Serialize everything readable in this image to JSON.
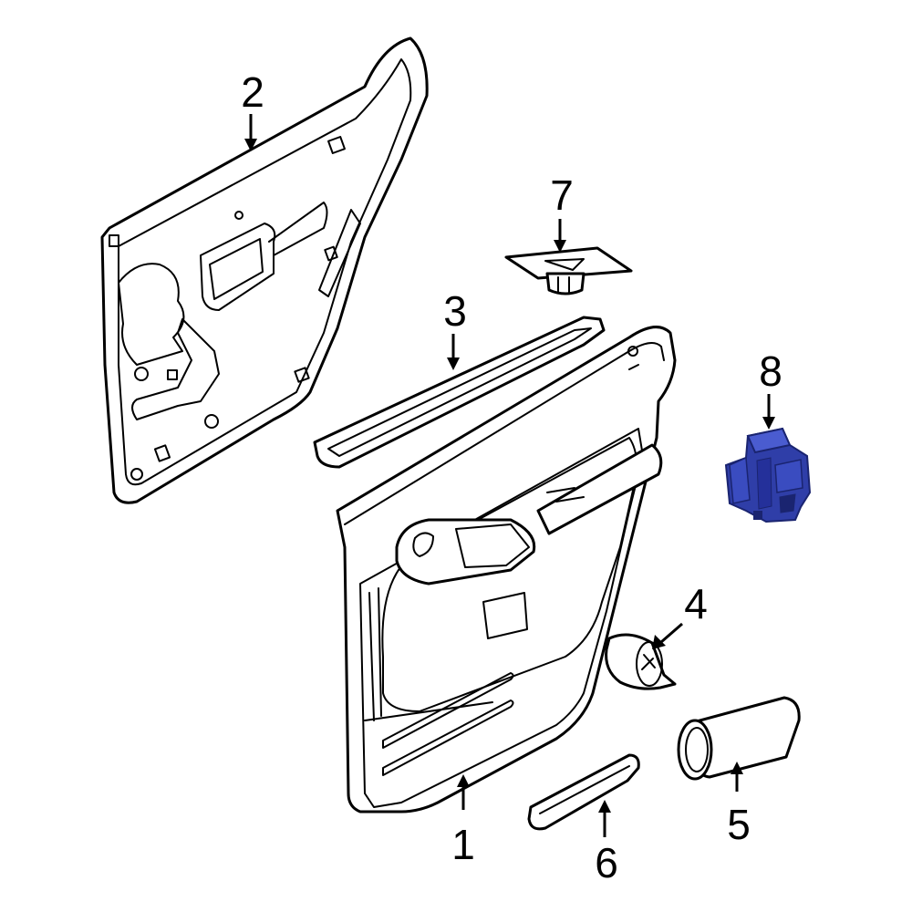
{
  "callouts": [
    {
      "id": "1",
      "text": "1"
    },
    {
      "id": "2",
      "text": "2"
    },
    {
      "id": "3",
      "text": "3"
    },
    {
      "id": "4",
      "text": "4"
    },
    {
      "id": "5",
      "text": "5"
    },
    {
      "id": "6",
      "text": "6"
    },
    {
      "id": "7",
      "text": "7"
    },
    {
      "id": "8",
      "text": "8"
    }
  ],
  "colors": {
    "line": "#000000",
    "background": "#ffffff",
    "highlight_part": "#2f3ea8",
    "highlight_dark": "#1a2470",
    "highlight_light": "#4a5cd0"
  }
}
